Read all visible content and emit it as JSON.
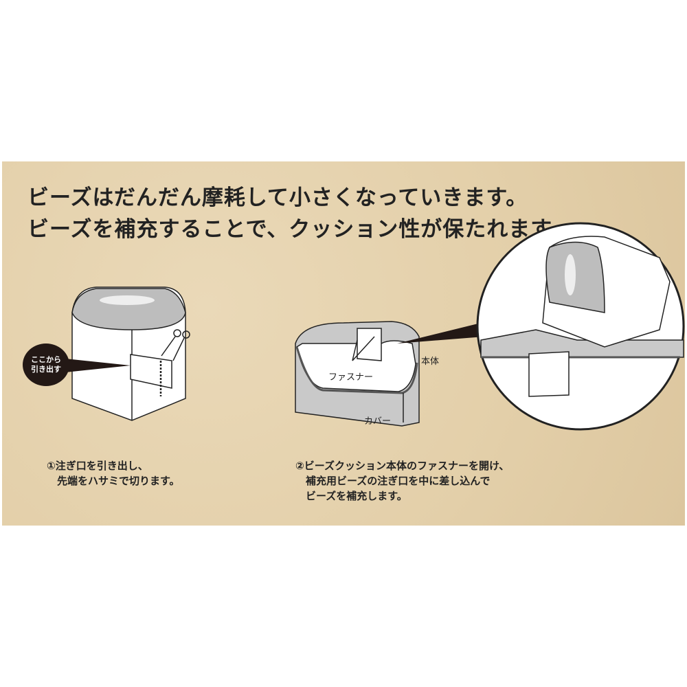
{
  "heading": {
    "line1": "ビーズはだんだん摩耗して小さくなっていきます。",
    "line2": "ビーズを補充することで、クッション性が保たれます。"
  },
  "step1": {
    "callout_line1": "ここから",
    "callout_line2": "引き出す",
    "line1": "①注ぎ口を引き出し、",
    "line2": "　先端をハサミで切ります。"
  },
  "step2": {
    "label_fastener": "ファスナー",
    "label_body": "本体",
    "label_cover": "カバー",
    "line1": "②ビーズクッション本体のファスナーを開け、",
    "line2": "　補充用ビーズの注ぎ口を中に差し込んで",
    "line3": "　ビーズを補充します。"
  }
}
